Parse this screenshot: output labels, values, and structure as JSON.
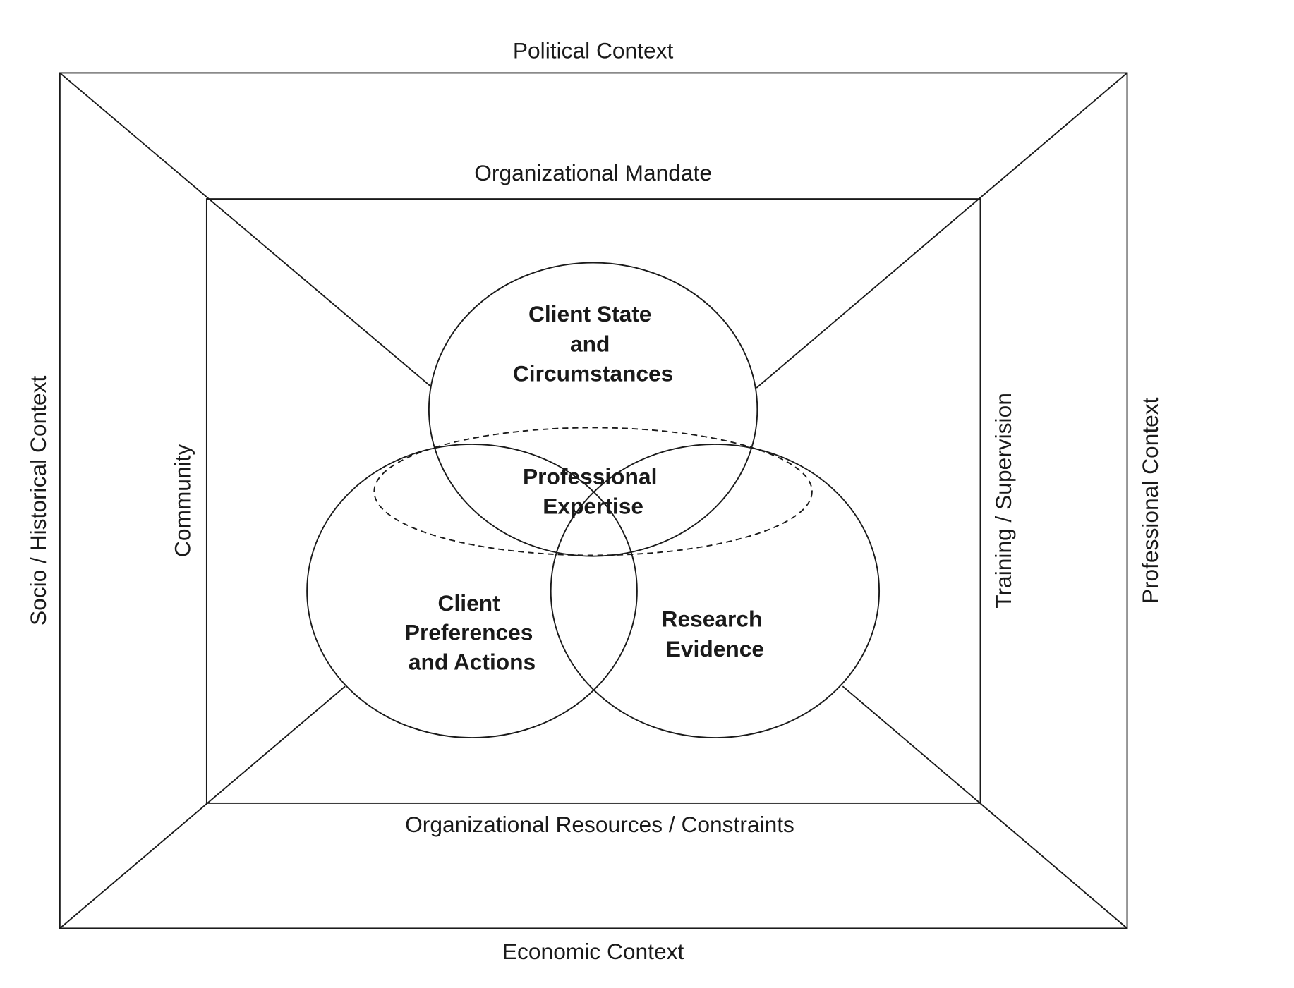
{
  "outer": {
    "top": "Political Context",
    "bottom": "Economic Context",
    "left": "Socio / Historical Context",
    "right": "Professional Context"
  },
  "inner": {
    "top": "Organizational Mandate",
    "bottom": "Organizational Resources / Constraints",
    "left": "Community",
    "right": "Training / Supervision"
  },
  "circles": {
    "top": [
      "Client State",
      "and",
      "Circumstances"
    ],
    "left": [
      "Client",
      "Preferences",
      "and Actions"
    ],
    "right": [
      "Research",
      "Evidence"
    ],
    "center": [
      "Professional",
      "Expertise"
    ]
  }
}
